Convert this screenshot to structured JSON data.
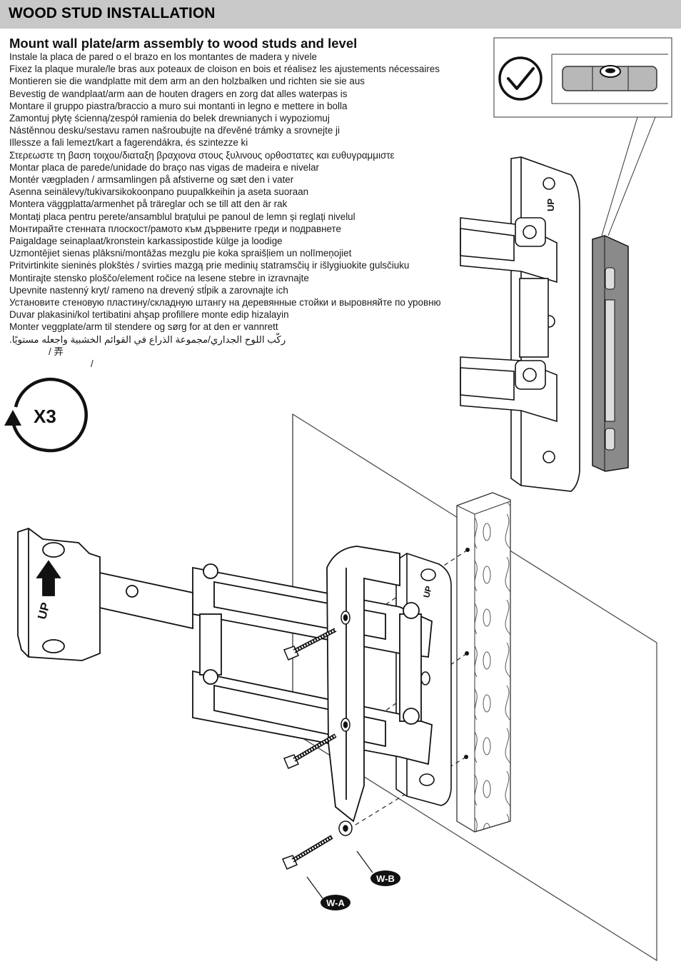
{
  "header": {
    "title": "WOOD STUD INSTALLATION"
  },
  "section": {
    "title": "Mount wall plate/arm assembly to wood studs and level",
    "translations": [
      "Instale la placa de pared o el brazo en los montantes de madera y nivele",
      "Fixez la plaque murale/le bras aux poteaux de cloison en bois et réalisez les ajustements nécessaires",
      "Montieren sie die wandplatte mit dem arm an den holzbalken und richten sie sie aus",
      "Bevestig de wandplaat/arm aan de houten dragers en zorg dat alles waterpas is",
      "Montare il gruppo piastra/braccio a muro sui montanti in legno e mettere in bolla",
      "Zamontuj płytę ścienną/zespół ramienia do belek drewnianych i wypoziomuj",
      "Nástěnnou desku/sestavu ramen našroubujte  na dřevěné trámky a srovnejte ji",
      "Illessze a fali lemezt/kart a fagerendákra, és szintezze ki",
      "Στερεωστε τη βαση τοιχου/διαταξη βραχιονα στους ξυλινους ορθοστατες και  ευθυγραμμιστε",
      "Montar placa de parede/unidade do braço nas vigas de madeira e nivelar",
      "Montér vægpladen / armsamlingen på afstiverne og sæt den i vater",
      "Asenna seinälevy/tukivarsikokoonpano puupalkkeihin ja aseta suoraan",
      "Montera väggplatta/armenhet på träreglar och se till att den är rak",
      "Montați placa pentru perete/ansamblul brațului pe panoul de lemn și reglați nivelul",
      "Монтирайте стенната плоскост/рамото към дървените греди и подравнете",
      "Paigaldage seinaplaat/kronstein karkassipostide külge ja loodige",
      "Uzmontējiet sienas plāksni/montāžas mezglu pie koka spraišļiem un nolīmeņojiet",
      "Pritvirtinkite sieninės plokštės / svirties mazgą prie medinių statramsčių ir išlygiuokite gulsčiuku",
      "Montirajte stensko ploščo/element ročice na lesene stebre in izravnajte",
      "Upevnite nastenný kryt/ rameno na drevený stĺpik a zarovnajte ich",
      "Установите стеновую пластину/складную штангу на деревянные стойки и выровняйте по уровню",
      "Duvar plakasini/kol tertibatini ahşap profillere monte edip hizalayin",
      "Monter veggplate/arm til stendere og sørg for at den er vannrett"
    ],
    "arabic": "ركّب اللوح الجداري/مجموعة الذراع في القوائم الخشبية واجعله مستويًا.",
    "cjk_line_1": "/                  弄",
    "cjk_line_2": "/"
  },
  "repeat_indicator": {
    "label": "X3",
    "icon": "repeat-arrow-icon"
  },
  "callouts": {
    "screw": "W-A",
    "washer": "W-B"
  },
  "icons": {
    "check": "check-icon",
    "level": "bubble-level-icon"
  },
  "colors": {
    "header_bg": "#c8c8c8",
    "ink": "#111111",
    "callout_bg": "#111111",
    "level_gray": "#b0b0b0"
  }
}
